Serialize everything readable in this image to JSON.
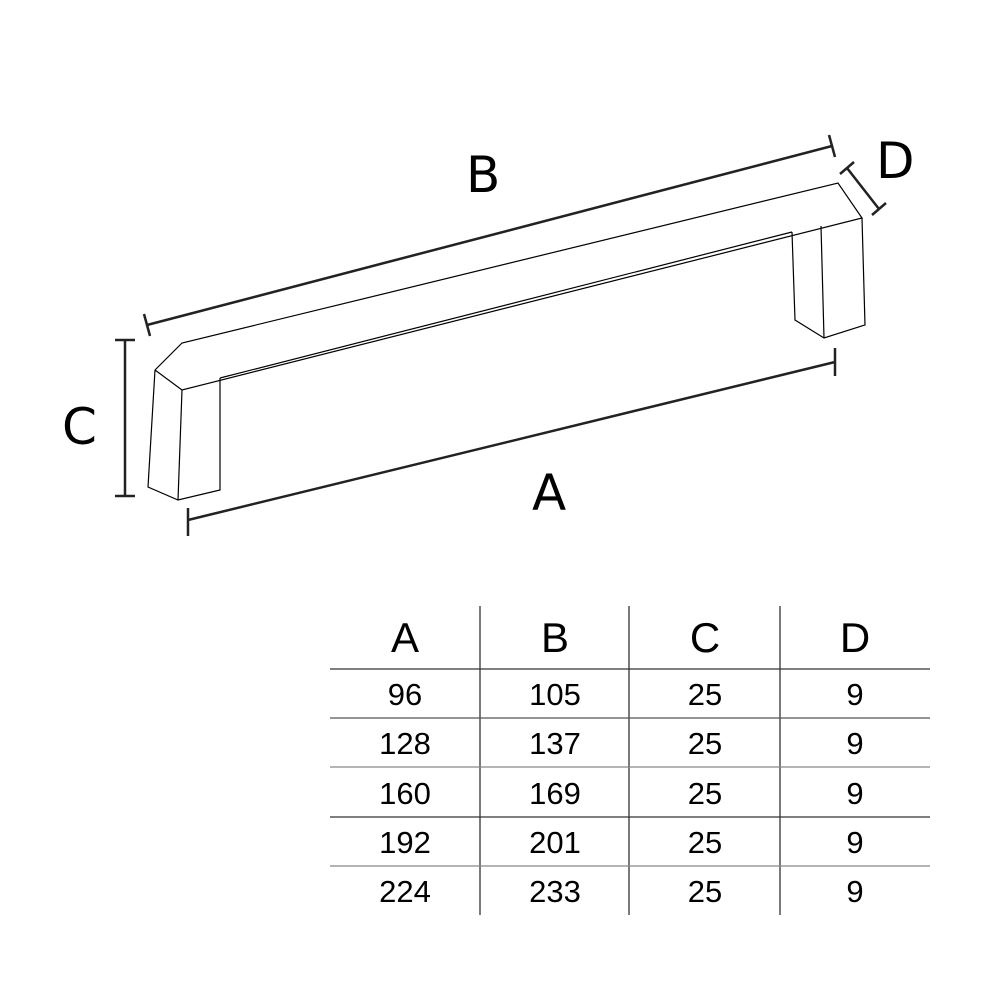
{
  "drawing": {
    "labels": {
      "A": "A",
      "B": "B",
      "C": "C",
      "D": "D"
    }
  },
  "table": {
    "headers": [
      "A",
      "B",
      "C",
      "D"
    ],
    "rows": [
      [
        "96",
        "105",
        "25",
        "9"
      ],
      [
        "128",
        "137",
        "25",
        "9"
      ],
      [
        "160",
        "169",
        "25",
        "9"
      ],
      [
        "192",
        "201",
        "25",
        "9"
      ],
      [
        "224",
        "233",
        "25",
        "9"
      ]
    ]
  }
}
